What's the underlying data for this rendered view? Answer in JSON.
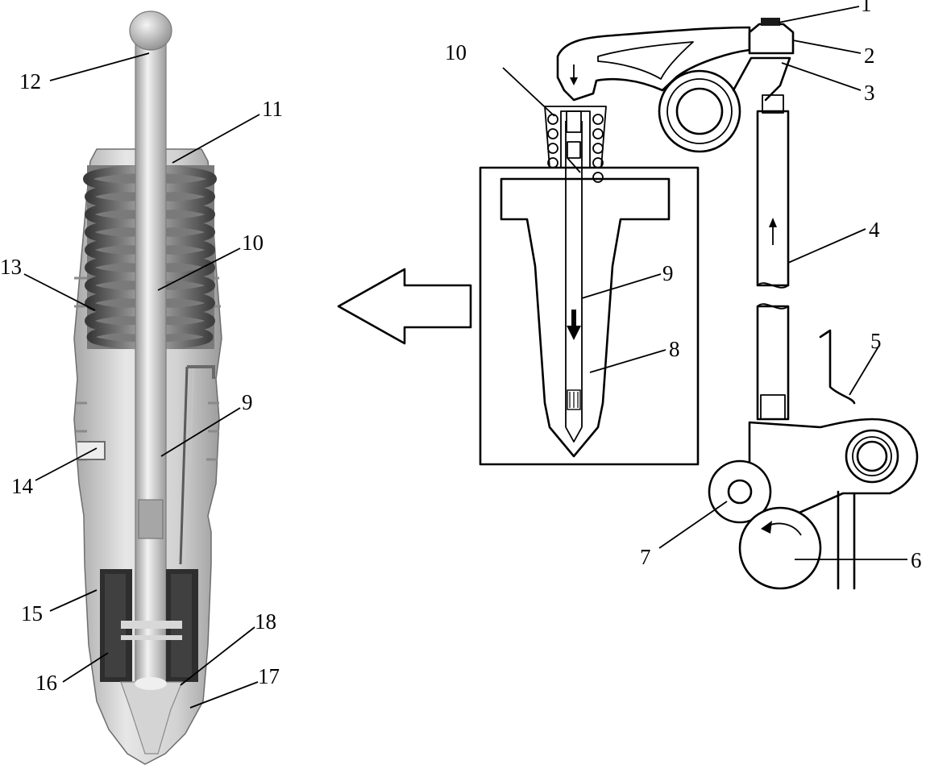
{
  "colors": {
    "ink": "#000000",
    "paper": "#ffffff",
    "photo_body": "#cfcfcf",
    "photo_shadow": "#8c8c8c",
    "photo_dark": "#2e2e2e",
    "photo_light": "#ececec"
  },
  "icons": {
    "transfer_arrow": "hollow-left-arrow-icon",
    "cam_rotation": "curved-arrow-icon",
    "pushrod_motion": "up-arrow-icon",
    "plunger_motion": "down-arrow-icon"
  },
  "callouts": {
    "photo": {
      "n9": "9",
      "n10": "10",
      "n11": "11",
      "n12": "12",
      "n13": "13",
      "n14": "14",
      "n15": "15",
      "n16": "16",
      "n17": "17",
      "n18": "18"
    },
    "schematic": {
      "n1": "1",
      "n2": "2",
      "n3": "3",
      "n4": "4",
      "n5": "5",
      "n6": "6",
      "n7": "7",
      "n8": "8",
      "n9": "9",
      "n10": "10"
    }
  }
}
